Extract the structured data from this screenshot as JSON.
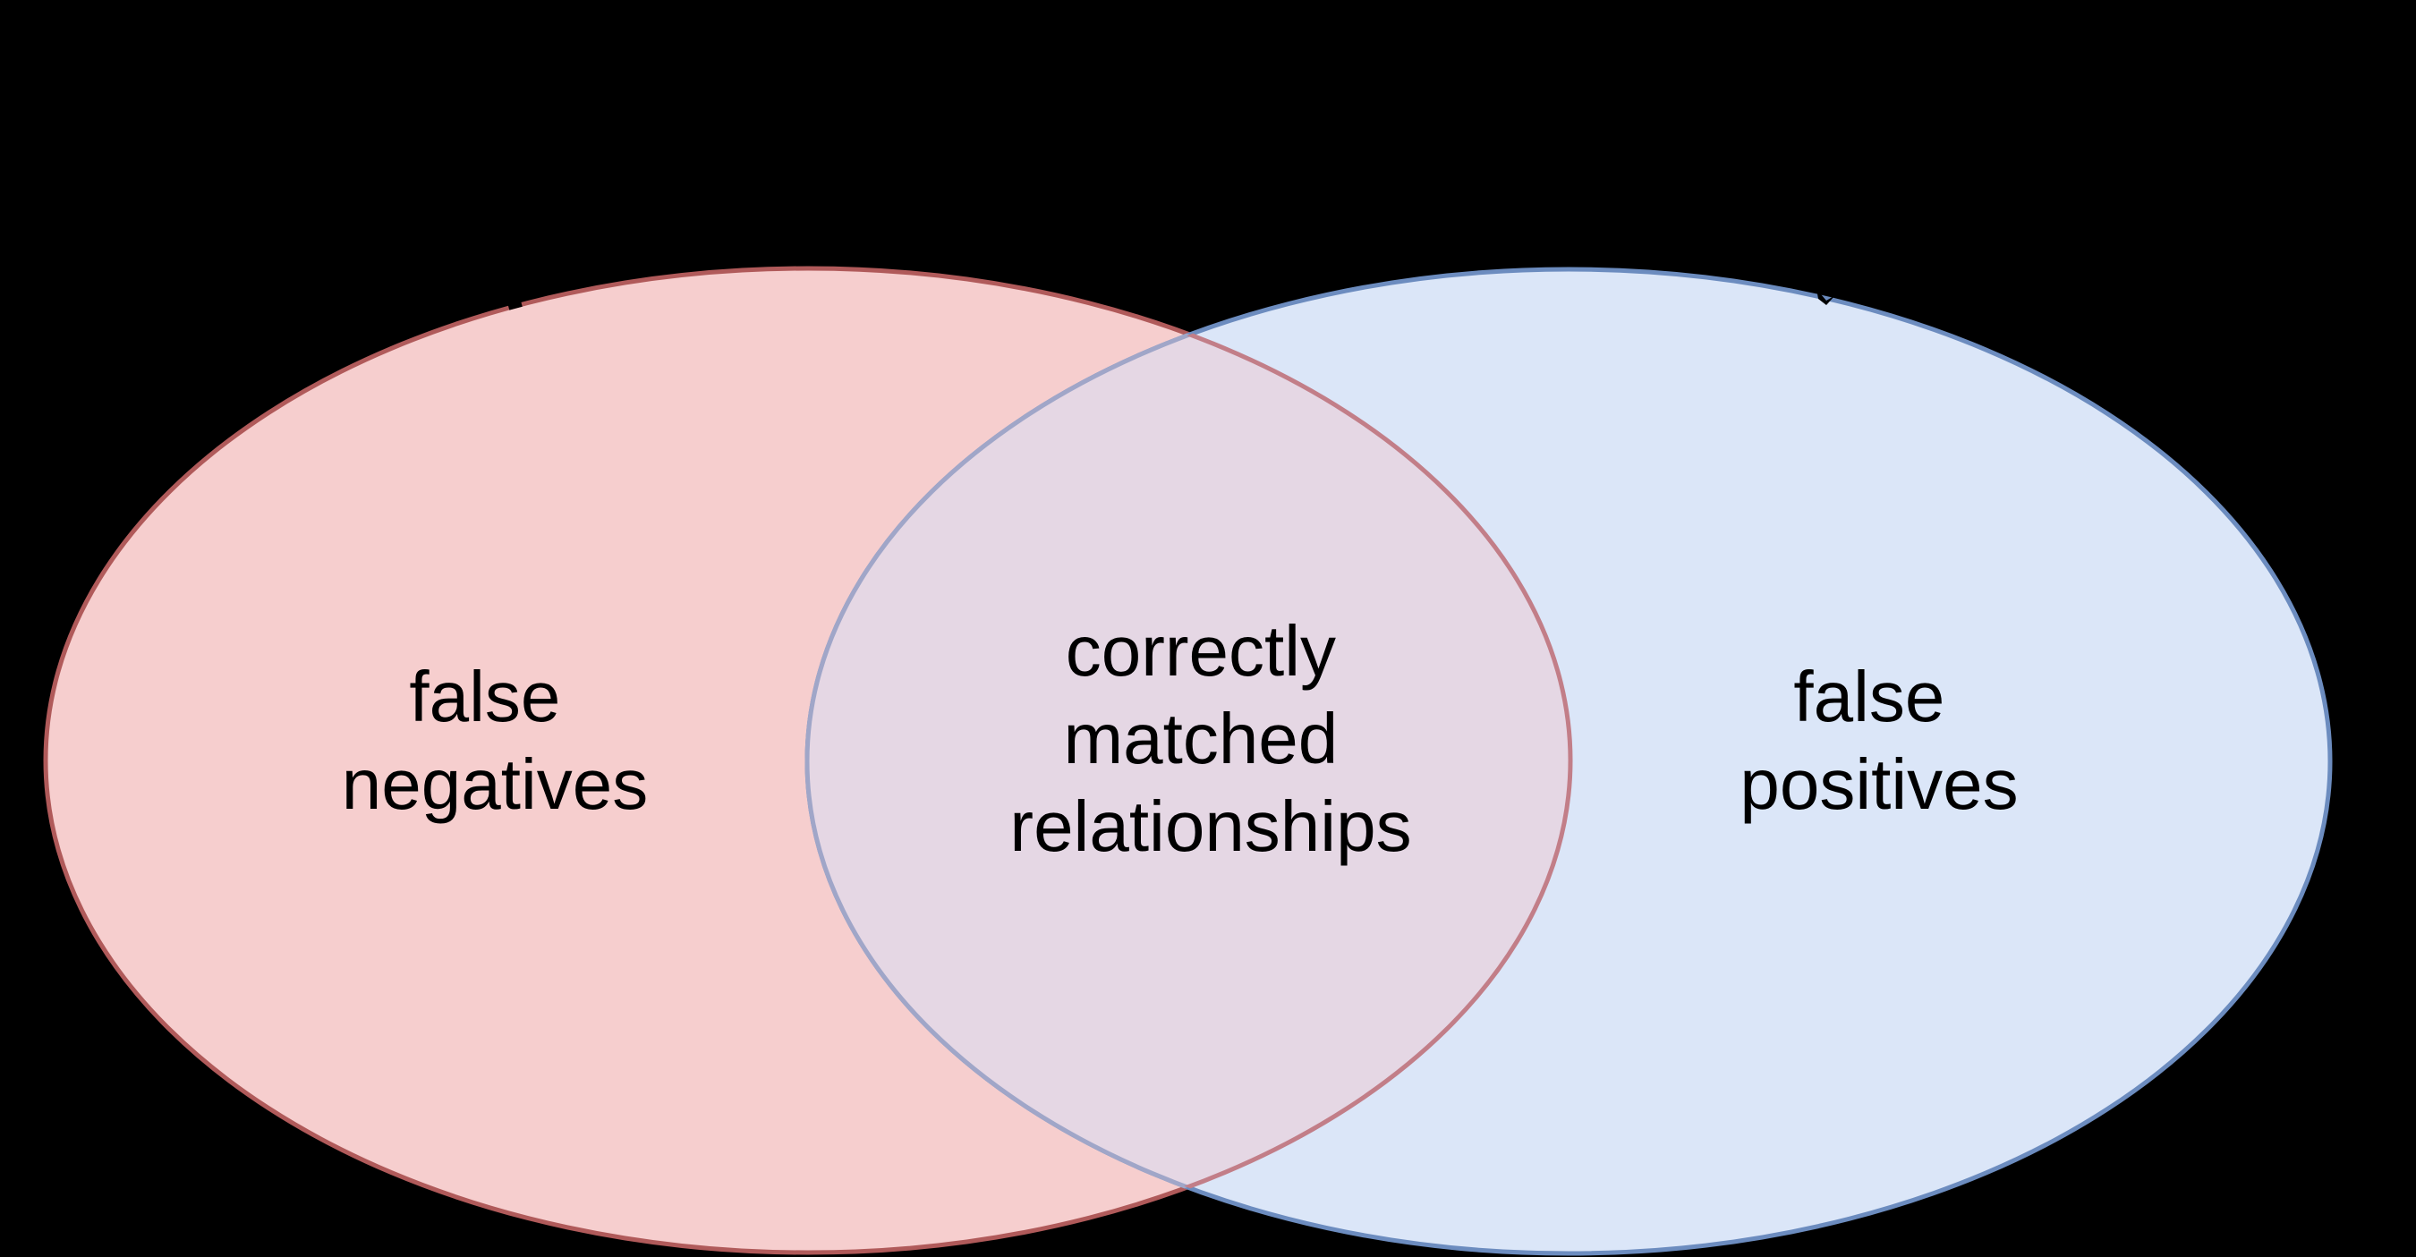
{
  "diagram": {
    "type": "venn",
    "background": "#000000",
    "text_color": "#000000",
    "left_set": {
      "name": "false negatives",
      "label_lines": [
        "false",
        "negatives"
      ],
      "fill": "#f6cece",
      "stroke": "#b05a5a"
    },
    "right_set": {
      "name": "false positives",
      "label_lines": [
        "false",
        "positives"
      ],
      "fill": "#dbe6f8",
      "stroke": "#6c8cbf"
    },
    "intersection": {
      "name": "correctly matched relationships",
      "label_lines": [
        "correctly",
        "matched",
        "relationships"
      ],
      "fill": "#e5d7e4",
      "left_stroke_over_right": "#c27e88",
      "right_stroke_over_left": "#a0a6c8"
    },
    "artifact_color": "#000000"
  }
}
